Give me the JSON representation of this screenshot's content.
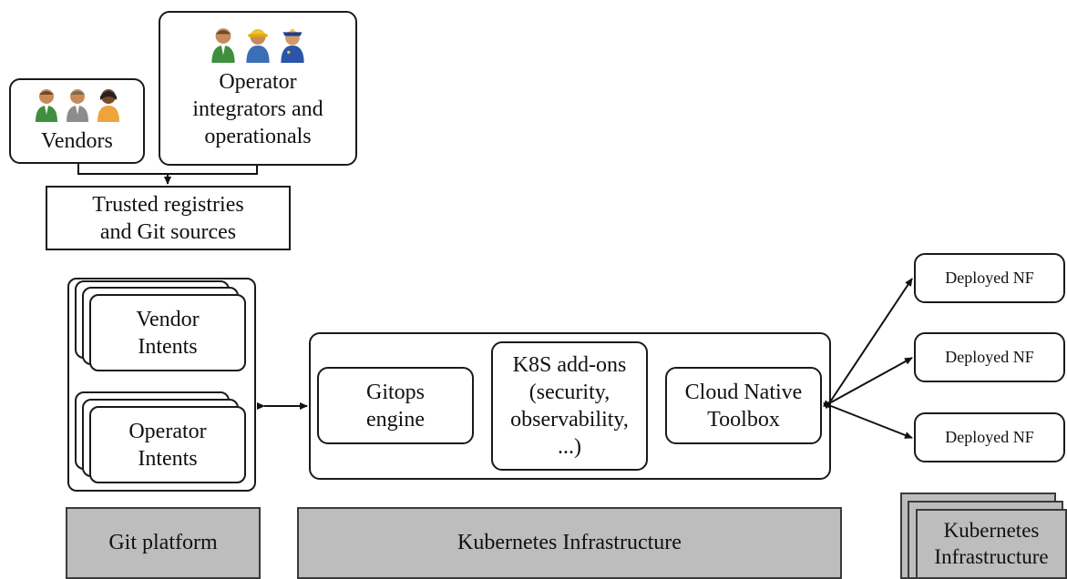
{
  "stakeholders": {
    "vendors": {
      "label": "Vendors",
      "icons": [
        "person-green-icon",
        "person-gray-icon",
        "person-orange-icon"
      ]
    },
    "operators": {
      "label_lines": [
        "Operator",
        "integrators and",
        "operationals"
      ],
      "icons": [
        "person-green-icon",
        "worker-helmet-icon",
        "police-officer-icon"
      ]
    },
    "registries": {
      "label_lines": [
        "Trusted registries",
        "and Git sources"
      ]
    }
  },
  "git_platform": {
    "vendor_intents": [
      "Vendor",
      "Intents"
    ],
    "operator_intents": [
      "Operator",
      "Intents"
    ],
    "bar_label": "Git platform"
  },
  "k8s": {
    "gitops": [
      "Gitops",
      "engine"
    ],
    "addons": [
      "K8S add-ons",
      "(security,",
      "observability,",
      "...)"
    ],
    "toolbox": [
      "Cloud Native",
      "Toolbox"
    ],
    "bar_label": "Kubernetes Infrastructure"
  },
  "deployed": {
    "nfs": [
      "Deployed NF",
      "Deployed NF",
      "Deployed NF"
    ],
    "stack_label": [
      "Kubernetes",
      "Infrastructure"
    ]
  }
}
